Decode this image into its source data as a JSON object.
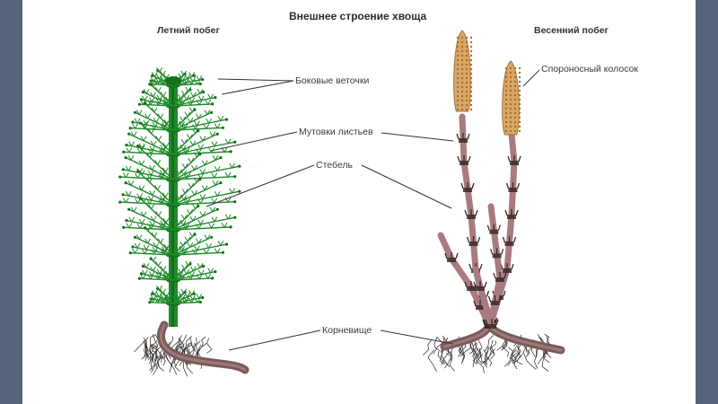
{
  "title": "Внешнее строение хвоща",
  "summer_shoot": {
    "title": "Летний побег"
  },
  "spring_shoot": {
    "title": "Весенний побег"
  },
  "labels": {
    "side_branches": "Боковые веточки",
    "strobilus": "Спороносный колосок",
    "leaf_whorls": "Мутовки листьев",
    "stem": "Стебель",
    "rhizome": "Корневище"
  },
  "colors": {
    "background": "#556479",
    "slide": "#ffffff",
    "summer_green": "#1f8a2a",
    "summer_dark": "#14701d",
    "spring_stem": "#a97a80",
    "spring_whorl": "#3a2a24",
    "strobilus": "#d9a866",
    "rhizome": "#7a5a5a",
    "roots": "#2f2a26",
    "leader_line": "#333333"
  },
  "icons": [
    "summer-shoot-illustration",
    "spring-shoot-illustration"
  ]
}
